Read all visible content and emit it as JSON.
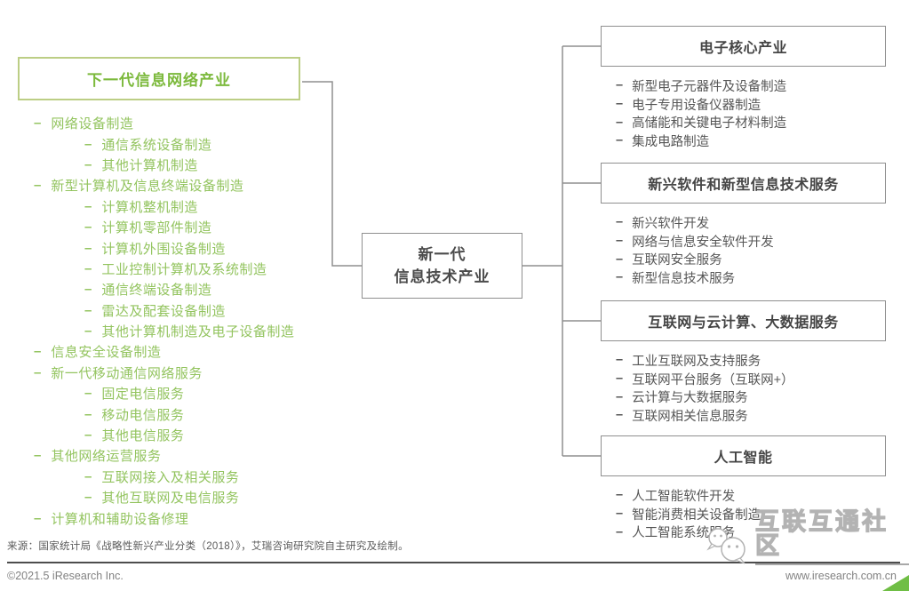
{
  "palette": {
    "green_text": "#93c45f",
    "green_title": "#7cb93c",
    "green_border": "#bcce85",
    "line_gray": "#8f8f8f",
    "dark_text": "#4c4c4c",
    "accent_green": "#6fbe45"
  },
  "left_panel": {
    "title": "下一代信息网络产业",
    "items": [
      {
        "label": "网络设备制造",
        "level": 1
      },
      {
        "label": "通信系统设备制造",
        "level": 2
      },
      {
        "label": "其他计算机制造",
        "level": 2
      },
      {
        "label": "新型计算机及信息终端设备制造",
        "level": 1
      },
      {
        "label": "计算机整机制造",
        "level": 2
      },
      {
        "label": "计算机零部件制造",
        "level": 2
      },
      {
        "label": "计算机外围设备制造",
        "level": 2
      },
      {
        "label": "工业控制计算机及系统制造",
        "level": 2
      },
      {
        "label": "通信终端设备制造",
        "level": 2
      },
      {
        "label": "雷达及配套设备制造",
        "level": 2
      },
      {
        "label": "其他计算机制造及电子设备制造",
        "level": 2
      },
      {
        "label": "信息安全设备制造",
        "level": 1
      },
      {
        "label": "新一代移动通信网络服务",
        "level": 1
      },
      {
        "label": "固定电信服务",
        "level": 2
      },
      {
        "label": "移动电信服务",
        "level": 2
      },
      {
        "label": "其他电信服务",
        "level": 2
      },
      {
        "label": "其他网络运营服务",
        "level": 1
      },
      {
        "label": "互联网接入及相关服务",
        "level": 2
      },
      {
        "label": "其他互联网及电信服务",
        "level": 2
      },
      {
        "label": "计算机和辅助设备修理",
        "level": 1
      }
    ]
  },
  "center": {
    "title_line1": "新一代",
    "title_line2": "信息技术产业"
  },
  "right_panel": {
    "sections": [
      {
        "title": "电子核心产业",
        "items": [
          "新型电子元器件及设备制造",
          "电子专用设备仪器制造",
          "高储能和关键电子材料制造",
          "集成电路制造"
        ]
      },
      {
        "title": "新兴软件和新型信息技术服务",
        "items": [
          "新兴软件开发",
          "网络与信息安全软件开发",
          "互联网安全服务",
          "新型信息技术服务"
        ]
      },
      {
        "title": "互联网与云计算、大数据服务",
        "items": [
          "工业互联网及支持服务",
          "互联网平台服务（互联网+）",
          "云计算与大数据服务",
          "互联网相关信息服务"
        ]
      },
      {
        "title": "人工智能",
        "items": [
          "人工智能软件开发",
          "智能消费相关设备制造",
          "人工智能系统服务"
        ]
      }
    ]
  },
  "source_note": "来源：国家统计局《战略性新兴产业分类（2018）》，艾瑞咨询研究院自主研究及绘制。",
  "footer": {
    "copyright": "©2021.5 iResearch Inc.",
    "website": "www.iresearch.com.cn"
  },
  "watermark": {
    "text": "互联互通社区",
    "icon": "chat-bubbles-icon"
  }
}
